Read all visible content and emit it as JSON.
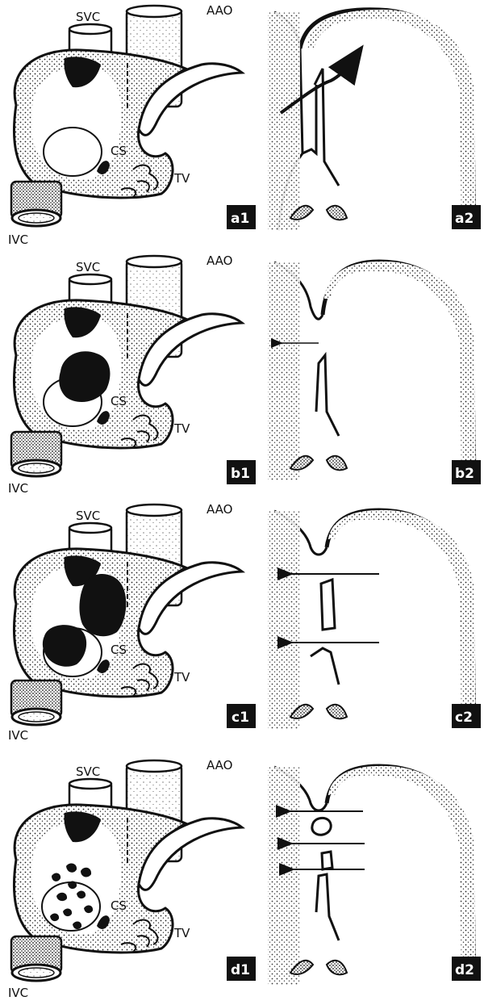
{
  "panels": [
    {
      "heart_labels": {
        "svc": "SVC",
        "aao": "AAO",
        "cs": "CS",
        "tv": "TV",
        "ivc": "IVC"
      },
      "left_tag": "a1",
      "right_tag": "a2",
      "variant": "intact"
    },
    {
      "heart_labels": {
        "svc": "SVC",
        "aao": "AAO",
        "cs": "CS",
        "tv": "TV",
        "ivc": "IVC"
      },
      "left_tag": "b1",
      "right_tag": "b2",
      "variant": "single-defect"
    },
    {
      "heart_labels": {
        "svc": "SVC",
        "aao": "AAO",
        "cs": "CS",
        "tv": "TV",
        "ivc": "IVC"
      },
      "left_tag": "c1",
      "right_tag": "c2",
      "variant": "double-defect"
    },
    {
      "heart_labels": {
        "svc": "SVC",
        "aao": "AAO",
        "cs": "CS",
        "tv": "TV",
        "ivc": "IVC"
      },
      "left_tag": "d1",
      "right_tag": "d2",
      "variant": "fenestrated"
    }
  ],
  "colors": {
    "ink": "#111111",
    "tag_background": "#111111",
    "tag_text": "#ffffff",
    "page": "#ffffff"
  }
}
